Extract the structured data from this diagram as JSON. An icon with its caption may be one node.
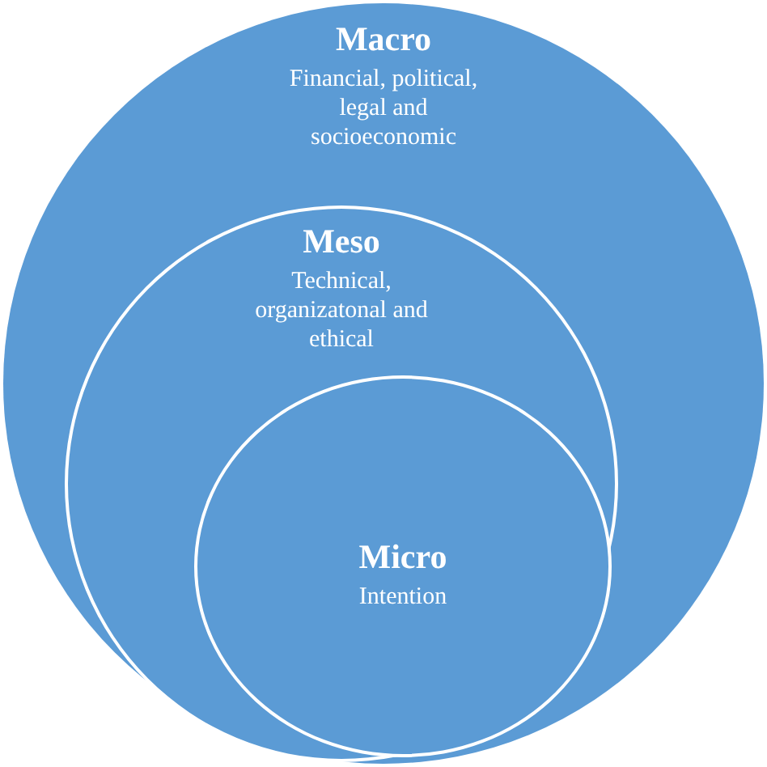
{
  "diagram": {
    "nodes": [
      {
        "text": [
          "Macro",
          "Financial, political, legal and socioeconomic"
        ]
      },
      {
        "text": [
          "Meso",
          "Technical, organizatonal and ethical"
        ],
        "in": 0
      },
      {
        "text": [
          "Micro",
          "Intention"
        ],
        "in": 1
      }
    ]
  }
}
